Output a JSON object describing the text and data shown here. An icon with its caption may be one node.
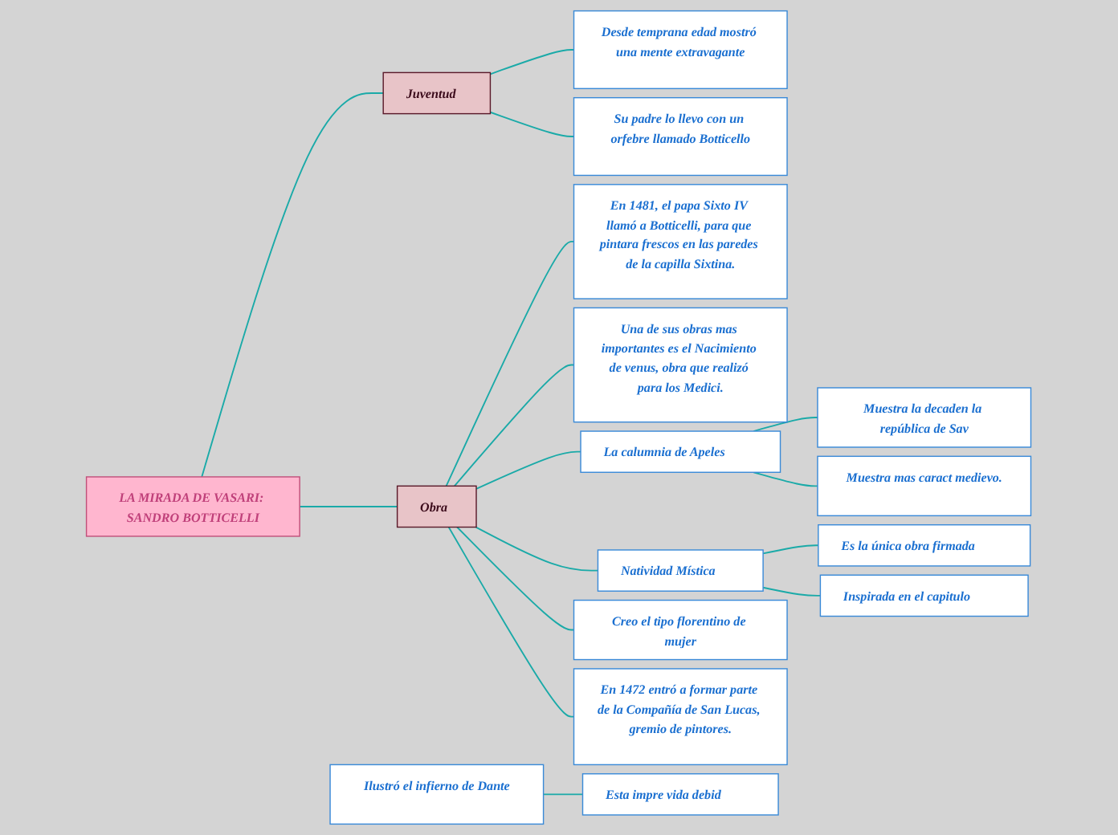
{
  "diagram": {
    "nodes": [
      {
        "text": [
          "LA MIRADA DE VASARI: SANDRO BOTTICELLI"
        ]
      },
      {
        "text": [
          "Juventud"
        ]
      },
      {
        "text": [
          "Desde temprana edad mostró una mente extravagante"
        ]
      },
      {
        "text": [
          "Su padre lo llevo con un orfebre llamado Botticello"
        ]
      },
      {
        "text": [
          "Obra"
        ]
      },
      {
        "text": [
          "En 1481, el papa Sixto IV llamó a Botticelli, para que pintara frescos en las paredes de la capilla Sixtina."
        ]
      },
      {
        "text": [
          "Una de sus obras mas importantes es el Nacimiento de venus, obra que realizó para los Medici."
        ]
      },
      {
        "text": [
          "La calumnia de Apeles"
        ]
      },
      {
        "text": [
          "Muestra la decaden la república de Sav"
        ]
      },
      {
        "text": [
          "Muestra mas caract medievo."
        ]
      },
      {
        "text": [
          "Natividad Mística"
        ]
      },
      {
        "text": [
          "Es la única obra firmada"
        ]
      },
      {
        "text": [
          "Inspirada en el capitulo"
        ]
      },
      {
        "text": [
          "Creo el tipo florentino de mujer"
        ]
      },
      {
        "text": [
          "En 1472 entró a formar parte de la Compañía de San Lucas, gremio de pintores."
        ]
      },
      {
        "text": [
          "Ilustró el infierno de Dante"
        ]
      },
      {
        "text": [
          "Esta impre vida debid"
        ]
      }
    ],
    "edges": [
      {
        "from": 0,
        "to": 1,
        "arrow": "none"
      },
      {
        "from": 1,
        "to": 2,
        "arrow": "none"
      },
      {
        "from": 1,
        "to": 3,
        "arrow": "none"
      },
      {
        "from": 0,
        "to": 4,
        "arrow": "none"
      },
      {
        "from": 4,
        "to": 5,
        "arrow": "none"
      },
      {
        "from": 4,
        "to": 6,
        "arrow": "none"
      },
      {
        "from": 4,
        "to": 7,
        "arrow": "none"
      },
      {
        "from": 7,
        "to": 8,
        "arrow": "none"
      },
      {
        "from": 7,
        "to": 9,
        "arrow": "none"
      },
      {
        "from": 4,
        "to": 10,
        "arrow": "none"
      },
      {
        "from": 10,
        "to": 11,
        "arrow": "none"
      },
      {
        "from": 10,
        "to": 12,
        "arrow": "none"
      },
      {
        "from": 4,
        "to": 13,
        "arrow": "none"
      },
      {
        "from": 4,
        "to": 14,
        "arrow": "none"
      },
      {
        "from": 15,
        "to": 16,
        "arrow": "none"
      }
    ]
  }
}
